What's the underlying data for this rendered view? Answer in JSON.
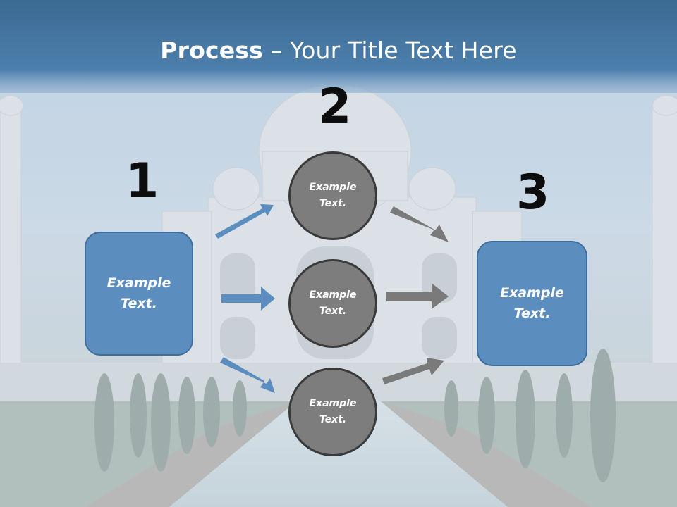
{
  "title": {
    "bold": "Process",
    "rest": " – Your Title Text Here"
  },
  "steps": [
    {
      "number": "1",
      "label": "Example\nText."
    },
    {
      "number": "2",
      "labels": [
        "Example\nText.",
        "Example\nText.",
        "Example\nText."
      ]
    },
    {
      "number": "3",
      "label": "Example\nText."
    }
  ],
  "colors": {
    "title_band": "#3e6f9a",
    "box_fill": "#5b8dbf",
    "circle_fill": "#7d7d7d",
    "blue_arrow": "#5b8dbf",
    "gray_arrow": "#7a7a7a",
    "number_text": "#0d0d0d"
  }
}
